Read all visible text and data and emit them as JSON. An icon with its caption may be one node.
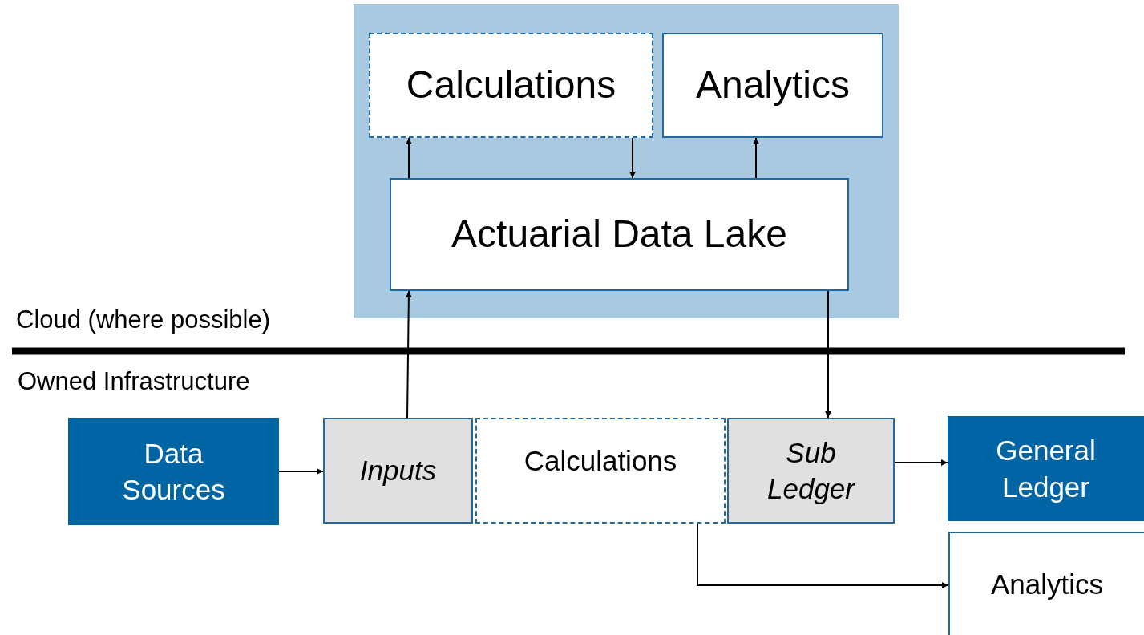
{
  "diagram": {
    "nodes": [
      {
        "text": [],
        "shape": "box"
      },
      {
        "text": [
          "Calculations"
        ],
        "in": 0
      },
      {
        "text": [
          "Analytics"
        ],
        "in": 0
      },
      {
        "text": [
          "Actuarial Data Lake"
        ],
        "in": 0
      },
      {
        "text": [
          "Data Sources"
        ]
      },
      {
        "text": [
          "Inputs"
        ]
      },
      {
        "text": [
          "Calculations"
        ]
      },
      {
        "text": [
          "Sub Ledger"
        ]
      },
      {
        "text": [
          "General Ledger"
        ]
      },
      {
        "text": [
          "Analytics"
        ]
      }
    ],
    "edges": [
      {
        "from": 3,
        "to": 1,
        "arrow": "to"
      },
      {
        "from": 1,
        "to": 3,
        "arrow": "to"
      },
      {
        "from": 3,
        "to": 2,
        "arrow": "to"
      },
      {
        "from": 5,
        "to": 3,
        "arrow": "to"
      },
      {
        "from": 3,
        "to": 7,
        "arrow": "to"
      },
      {
        "from": 4,
        "to": 5,
        "arrow": "to"
      },
      {
        "from": 7,
        "to": 8,
        "arrow": "to"
      },
      {
        "from": 6,
        "to": 9,
        "arrow": "to"
      }
    ],
    "labels": [
      "Cloud (where possible)",
      "Owned Infrastructure"
    ]
  }
}
